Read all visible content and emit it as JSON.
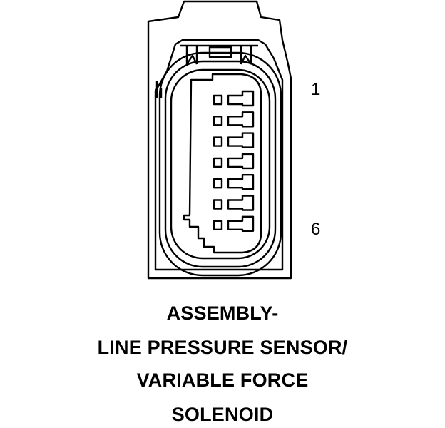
{
  "pin_labels": {
    "first": "1",
    "last": "6"
  },
  "caption": {
    "line1": "ASSEMBLY-",
    "line2": "LINE PRESSURE SENSOR/",
    "line3": "VARIABLE FORCE",
    "line4": "SOLENOID"
  },
  "colors": {
    "stroke": "#000000",
    "background": "#ffffff"
  }
}
